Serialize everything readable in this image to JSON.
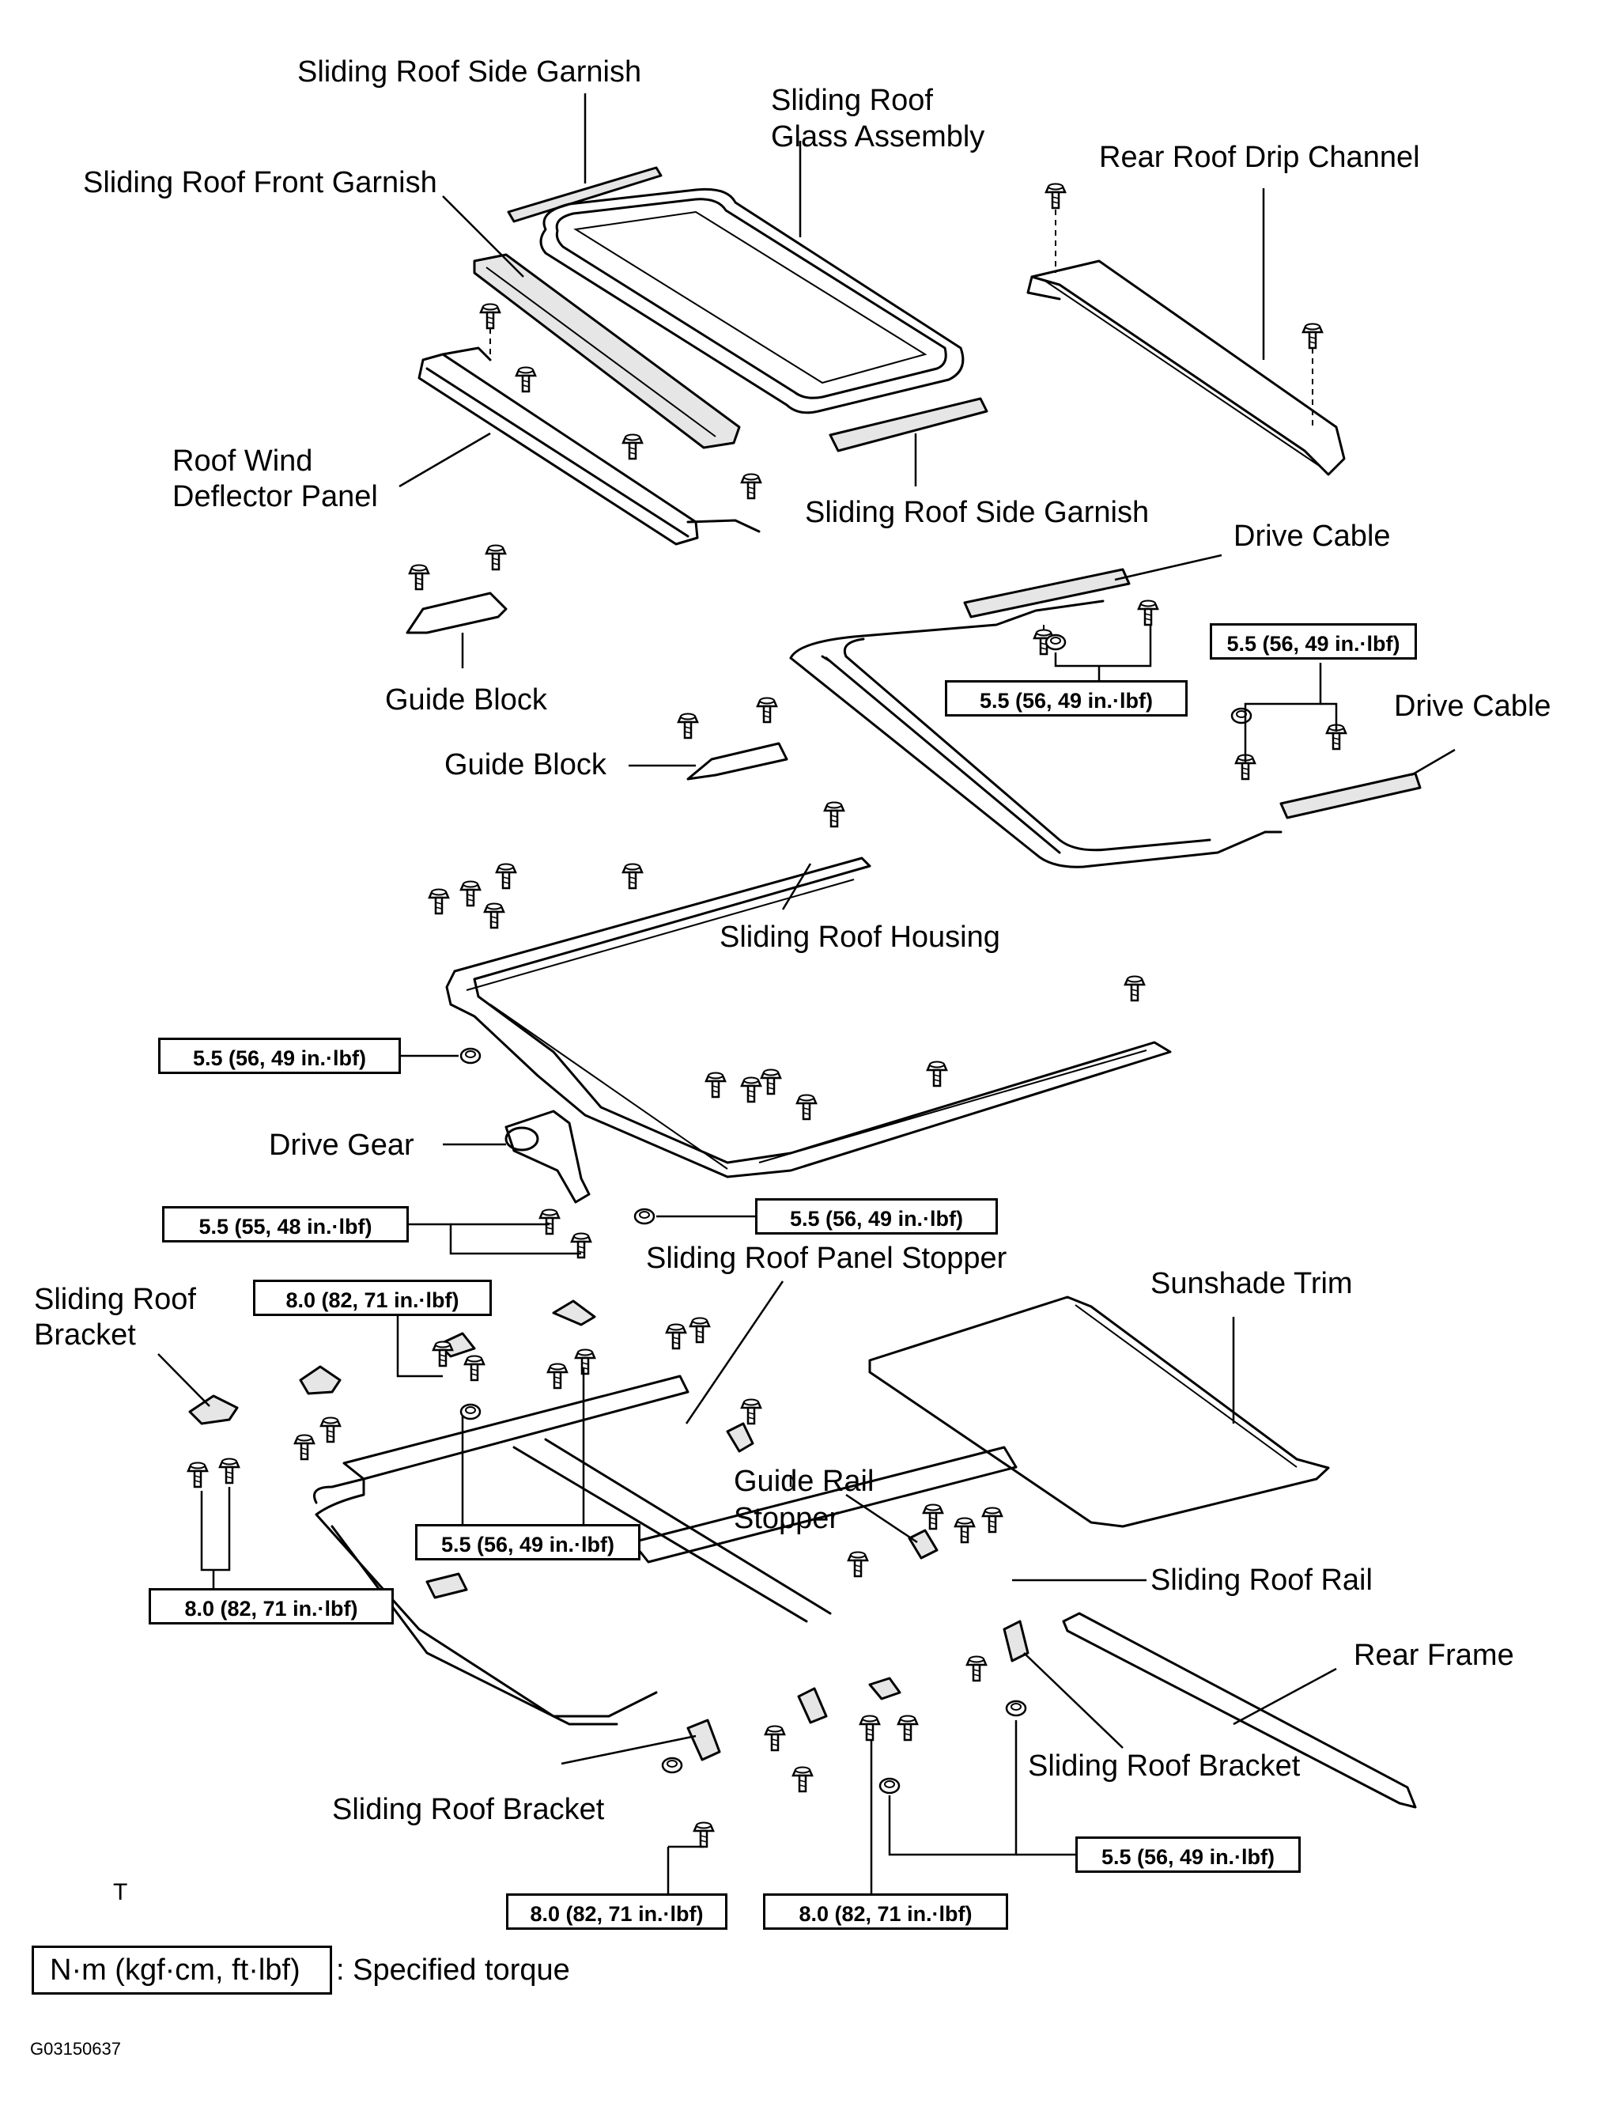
{
  "labels": {
    "side_garnish_top": "Sliding Roof Side Garnish",
    "glass_assembly_1": "Sliding Roof",
    "glass_assembly_2": "Glass Assembly",
    "rear_drip_channel": "Rear Roof Drip Channel",
    "front_garnish": "Sliding Roof Front Garnish",
    "wind_deflector_1": "Roof Wind",
    "wind_deflector_2": "Deflector Panel",
    "side_garnish_bottom": "Sliding Roof Side Garnish",
    "drive_cable_top": "Drive Cable",
    "drive_cable_right": "Drive Cable",
    "guide_block_1": "Guide Block",
    "guide_block_2": "Guide Block",
    "housing": "Sliding Roof Housing",
    "drive_gear": "Drive Gear",
    "panel_stopper": "Sliding Roof Panel Stopper",
    "sunshade_trim": "Sunshade Trim",
    "bracket_left_1": "Sliding Roof",
    "bracket_left_2": "Bracket",
    "guide_rail_stopper_1": "Guide Rail",
    "guide_rail_stopper_2": "Stopper",
    "roof_rail": "Sliding Roof Rail",
    "rear_frame": "Rear Frame",
    "bracket_right": "Sliding Roof Bracket",
    "bracket_bottom": "Sliding Roof Bracket"
  },
  "torque": {
    "t1": "5.5 (56, 49 in.·lbf)",
    "t2": "5.5 (56, 49 in.·lbf)",
    "t3": "5.5 (56, 49 in.·lbf)",
    "t4": "5.5 (56, 49 in.·lbf)",
    "t5": "5.5 (55, 48 in.·lbf)",
    "t6": "8.0 (82, 71 in.·lbf)",
    "t7": "5.5 (56, 49 in.·lbf)",
    "t8": "8.0 (82, 71 in.·lbf)",
    "t9": "5.5 (56, 49 in.·lbf)",
    "t10": "8.0 (82, 71 in.·lbf)",
    "t11": "8.0 (82, 71 in.·lbf)"
  },
  "legend": {
    "unit": "N·m (kgf·cm, ft·lbf)",
    "description": ": Specified torque"
  },
  "marker": "T",
  "figure_code": "G03150637"
}
